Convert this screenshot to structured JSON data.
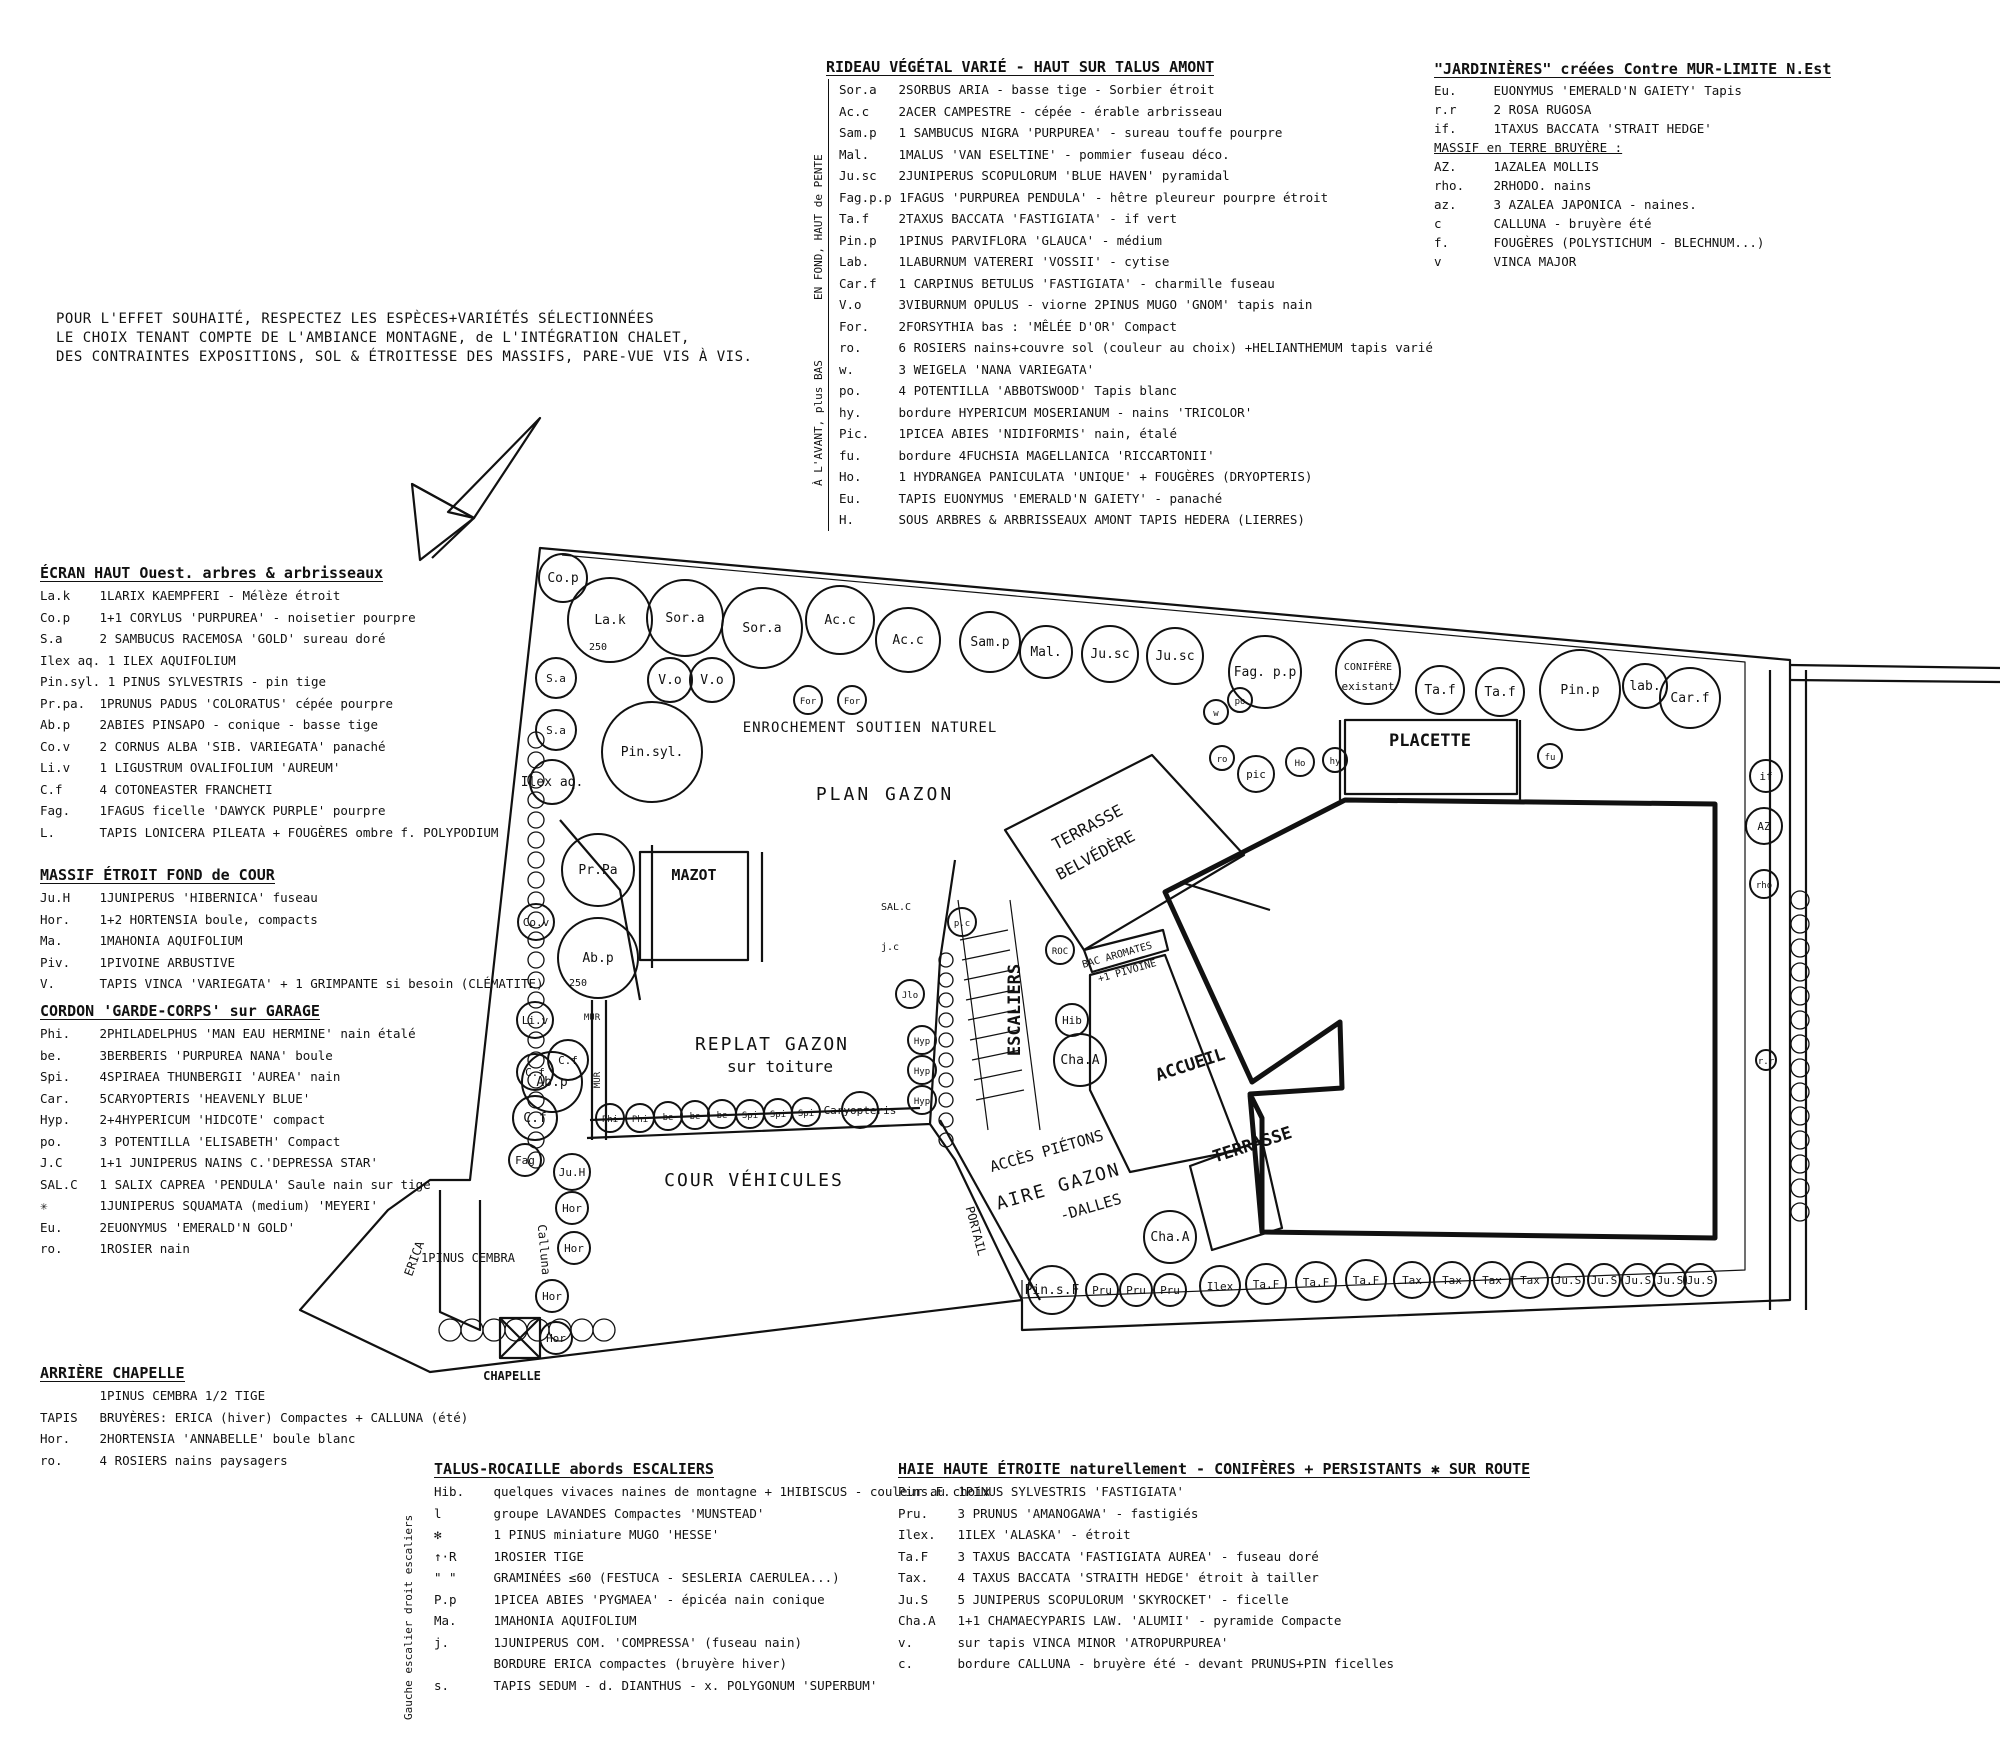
{
  "intro_note": [
    "POUR L'EFFET SOUHAITÉ, RESPECTEZ LES ESPÈCES+VARIÉTÉS SÉLECTIONNÉES",
    "LE CHOIX TENANT COMPTE DE L'AMBIANCE MONTAGNE, de L'INTÉGRATION CHALET,",
    "DES CONTRAINTES EXPOSITIONS, SOL & ÉTROITESSE DES MASSIFS, PARE-VUE VIS À VIS."
  ],
  "rideau": {
    "title": "RIDEAU VÉGÉTAL VARIÉ - HAUT SUR TALUS AMONT",
    "side_label_top": "EN FOND, HAUT de PENTE",
    "side_label_bottom": "À L'AVANT, plus BAS",
    "lines": [
      {
        "code": "Sor.a",
        "text": "2SORBUS ARIA - basse tige - Sorbier étroit"
      },
      {
        "code": "Ac.c",
        "text": "2ACER CAMPESTRE - cépée - érable arbrisseau"
      },
      {
        "code": "Sam.p",
        "text": "1 SAMBUCUS NIGRA 'PURPUREA' - sureau touffe pourpre"
      },
      {
        "code": "Mal.",
        "text": "1MALUS 'VAN ESELTINE' - pommier fuseau déco."
      },
      {
        "code": "Ju.sc",
        "text": "2JUNIPERUS SCOPULORUM 'BLUE HAVEN' pyramidal"
      },
      {
        "code": "Fag.p.p",
        "text": "1FAGUS 'PURPUREA PENDULA' - hêtre pleureur pourpre étroit"
      },
      {
        "code": "Ta.f",
        "text": "2TAXUS BACCATA 'FASTIGIATA' - if vert"
      },
      {
        "code": "Pin.p",
        "text": "1PINUS PARVIFLORA 'GLAUCA' - médium"
      },
      {
        "code": "Lab.",
        "text": "1LABURNUM VATERERI 'VOSSII' - cytise"
      },
      {
        "code": "Car.f",
        "text": "1 CARPINUS BETULUS 'FASTIGIATA' - charmille fuseau"
      },
      {
        "code": "V.o",
        "text": "3VIBURNUM OPULUS - viorne  2PINUS MUGO 'GNOM' tapis nain"
      },
      {
        "code": "For.",
        "text": "2FORSYTHIA bas : 'MÊLÉE D'OR' Compact"
      },
      {
        "code": "ro.",
        "text": "6 ROSIERS nains+couvre sol (couleur au choix) +HELIANTHEMUM tapis varié"
      },
      {
        "code": "w.",
        "text": "3 WEIGELA 'NANA VARIEGATA'"
      },
      {
        "code": "po.",
        "text": "4 POTENTILLA 'ABBOTSWOOD' Tapis blanc"
      },
      {
        "code": "hy.",
        "text": "bordure HYPERICUM MOSERIANUM - nains 'TRICOLOR'"
      },
      {
        "code": "Pic.",
        "text": "1PICEA ABIES 'NIDIFORMIS' nain, étalé"
      },
      {
        "code": "fu.",
        "text": "bordure 4FUCHSIA MAGELLANICA 'RICCARTONII'"
      },
      {
        "code": "Ho.",
        "text": "1 HYDRANGEA PANICULATA 'UNIQUE' + FOUGÈRES (DRYOPTERIS)"
      },
      {
        "code": "Eu.",
        "text": "TAPIS EUONYMUS 'EMERALD'N GAIETY' - panaché"
      },
      {
        "code": "H.",
        "text": "SOUS ARBRES & ARBRISSEAUX AMONT TAPIS HEDERA   (LIERRES)"
      }
    ]
  },
  "jardinieres": {
    "title": "\"JARDINIÈRES\" créées Contre MUR-LIMITE N.Est",
    "lines": [
      {
        "code": "Eu.",
        "text": "EUONYMUS 'EMERALD'N GAIETY' Tapis"
      },
      {
        "code": "r.r",
        "text": "2 ROSA RUGOSA"
      },
      {
        "code": "if.",
        "text": "1TAXUS BACCATA 'STRAIT HEDGE'"
      }
    ],
    "subtitle": "MASSIF en TERRE BRUYÈRE :",
    "lines2": [
      {
        "code": "AZ.",
        "text": "1AZALEA MOLLIS"
      },
      {
        "code": "rho.",
        "text": "2RHODO. nains"
      },
      {
        "code": "az.",
        "text": "3 AZALEA JAPONICA - naines."
      },
      {
        "code": "c",
        "text": "CALLUNA - bruyère été"
      },
      {
        "code": "f.",
        "text": "FOUGÈRES (POLYSTICHUM - BLECHNUM...)"
      },
      {
        "code": "v",
        "text": "VINCA MAJOR"
      }
    ]
  },
  "ecran": {
    "title": "ÉCRAN HAUT Ouest. arbres & arbrisseaux",
    "lines": [
      {
        "code": "La.k",
        "text": "1LARIX KAEMPFERI - Mélèze étroit"
      },
      {
        "code": "Co.p",
        "text": "1+1 CORYLUS 'PURPUREA' - noisetier pourpre"
      },
      {
        "code": "S.a",
        "text": "2 SAMBUCUS RACEMOSA 'GOLD' sureau doré"
      },
      {
        "code": "Ilex aq.",
        "text": "1 ILEX AQUIFOLIUM"
      },
      {
        "code": "Pin.syl.",
        "text": "1 PINUS SYLVESTRIS - pin tige"
      },
      {
        "code": "Pr.pa.",
        "text": "1PRUNUS PADUS 'COLORATUS' cépée pourpre"
      },
      {
        "code": "Ab.p",
        "text": "2ABIES PINSAPO - conique - basse tige"
      },
      {
        "code": "Co.v",
        "text": "2 CORNUS ALBA 'SIB. VARIEGATA' panaché"
      },
      {
        "code": "Li.v",
        "text": "1 LIGUSTRUM OVALIFOLIUM 'AUREUM'"
      },
      {
        "code": "C.f",
        "text": "4 COTONEASTER FRANCHETI"
      },
      {
        "code": "Fag.",
        "text": "1FAGUS ficelle 'DAWYCK PURPLE' pourpre"
      },
      {
        "code": "L.",
        "text": "TAPIS LONICERA PILEATA + FOUGÈRES ombre f. POLYPODIUM"
      }
    ]
  },
  "massif": {
    "title": "MASSIF ÉTROIT FOND de COUR",
    "lines": [
      {
        "code": "Ju.H",
        "text": "1JUNIPERUS 'HIBERNICA' fuseau"
      },
      {
        "code": "Hor.",
        "text": "1+2 HORTENSIA boule, compacts"
      },
      {
        "code": "Ma.",
        "text": "1MAHONIA AQUIFOLIUM"
      },
      {
        "code": "Piv.",
        "text": "1PIVOINE ARBUSTIVE"
      },
      {
        "code": "V.",
        "text": "TAPIS VINCA 'VARIEGATA' + 1 GRIMPANTE si besoin (CLÉMATITE)"
      }
    ]
  },
  "cordon": {
    "title": "CORDON 'GARDE-CORPS' sur GARAGE",
    "lines": [
      {
        "code": "Phi.",
        "text": "2PHILADELPHUS 'MAN EAU HERMINE' nain étalé"
      },
      {
        "code": "be.",
        "text": "3BERBERIS 'PURPUREA NANA' boule"
      },
      {
        "code": "Spi.",
        "text": "4SPIRAEA THUNBERGII 'AUREA' nain"
      },
      {
        "code": "Car.",
        "text": "5CARYOPTERIS 'HEAVENLY BLUE'"
      },
      {
        "code": "Hyp.",
        "text": "2+4HYPERICUM 'HIDCOTE' compact"
      },
      {
        "code": "po.",
        "text": "3 POTENTILLA 'ELISABETH' Compact"
      },
      {
        "code": "J.C",
        "text": "1+1 JUNIPERUS NAINS C.'DEPRESSA STAR'"
      },
      {
        "code": "SAL.C",
        "text": "1 SALIX CAPREA 'PENDULA'  Saule nain sur tige"
      },
      {
        "code": "✳",
        "text": "1JUNIPERUS SQUAMATA (medium) 'MEYERI'"
      },
      {
        "code": "Eu.",
        "text": "2EUONYMUS 'EMERALD'N GOLD'"
      },
      {
        "code": "ro.",
        "text": "1ROSIER nain"
      }
    ]
  },
  "arriere": {
    "title": "ARRIÈRE CHAPELLE",
    "lines": [
      {
        "code": "",
        "text": "1PINUS CEMBRA 1/2 TIGE"
      },
      {
        "code": "TAPIS",
        "text": "BRUYÈRES: ERICA (hiver) Compactes + CALLUNA (été)"
      },
      {
        "code": "Hor.",
        "text": "2HORTENSIA 'ANNABELLE' boule blanc"
      },
      {
        "code": "ro.",
        "text": "4 ROSIERS nains paysagers"
      }
    ]
  },
  "talus": {
    "title": "TALUS-ROCAILLE abords ESCALIERS",
    "side_label": "Gauche escalier droit escaliers",
    "lines": [
      {
        "code": "Hib.",
        "text": "quelques vivaces naines de montagne + 1HIBISCUS - couleur au choix"
      },
      {
        "code": "l",
        "text": "groupe LAVANDES Compactes 'MUNSTEAD'"
      },
      {
        "code": "✻",
        "text": "1 PINUS miniature MUGO 'HESSE'"
      },
      {
        "code": "↑·R",
        "text": "1ROSIER TIGE"
      },
      {
        "code": "\" \"",
        "text": "GRAMINÉES ≤60 (FESTUCA - SESLERIA CAERULEA...)"
      },
      {
        "code": "P.p",
        "text": "1PICEA ABIES 'PYGMAEA' - épicéa nain conique"
      },
      {
        "code": "Ma.",
        "text": "1MAHONIA AQUIFOLIUM"
      },
      {
        "code": "j.",
        "text": "1JUNIPERUS COM. 'COMPRESSA' (fuseau nain)"
      },
      {
        "code": "",
        "text": "BORDURE ERICA compactes (bruyère hiver)"
      },
      {
        "code": "s.",
        "text": "TAPIS SEDUM - d. DIANTHUS - x. POLYGONUM 'SUPERBUM'"
      }
    ]
  },
  "haie": {
    "title": "HAIE HAUTE ÉTROITE naturellement - CONIFÈRES + PERSISTANTS ✱ SUR ROUTE",
    "lines": [
      {
        "code": "Pins.F.",
        "text": "1PINUS SYLVESTRIS 'FASTIGIATA'"
      },
      {
        "code": "Pru.",
        "text": "3 PRUNUS 'AMANOGAWA' - fastigiés"
      },
      {
        "code": "Ilex.",
        "text": "1ILEX 'ALASKA' - étroit"
      },
      {
        "code": "Ta.F",
        "text": "3 TAXUS BACCATA 'FASTIGIATA AUREA' - fuseau doré"
      },
      {
        "code": "Tax.",
        "text": "4 TAXUS BACCATA 'STRAITH HEDGE' étroit à tailler"
      },
      {
        "code": "Ju.S",
        "text": "5 JUNIPERUS SCOPULORUM 'SKYROCKET' - ficelle"
      },
      {
        "code": "Cha.A",
        "text": "1+1 CHAMAECYPARIS LAW. 'ALUMII' - pyramide Compacte"
      },
      {
        "code": "v.",
        "text": "sur tapis VINCA MINOR 'ATROPURPUREA'"
      },
      {
        "code": "c.",
        "text": "bordure CALLUNA - bruyère été - devant PRUNUS+PIN ficelles"
      }
    ]
  },
  "plan": {
    "zones": {
      "plan_gazon": "PLAN GAZON",
      "mazot": "MAZOT",
      "replat": "REPLAT GAZON",
      "replat_sub": "sur toiture",
      "cour": "COUR VÉHICULES",
      "terrasse_belvedere": "TERRASSE",
      "terrasse_belvedere2": "BELVÉDÈRE",
      "placette": "PLACETTE",
      "accueil": "ACCUEIL",
      "terrasse": "TERRASSE",
      "acces": "ACCÈS PIÉTONS",
      "aire": "AIRE GAZON",
      "aire_sub": "-DALLES",
      "escaliers": "ESCALIERS",
      "enrochement": "ENROCHEMENT SOUTIEN NATUREL",
      "portail": "PORTAIL",
      "chapelle": "CHAPELLE",
      "erica": "ERICA",
      "calluna": "Calluna",
      "pinus_cembra": "1PINUS CEMBRA",
      "bac": "BAC AROMATES",
      "bac2": "+1 PIVOINE",
      "mur": "MUR",
      "mur2": "MUR",
      "sal_c": "SAL.C",
      "j_c": "j.c",
      "scale1": "250",
      "scale2": "250"
    },
    "plants": {
      "cop": "Co.p",
      "lak": "La.k",
      "sora1": "Sor.a",
      "sora2": "Sor.a",
      "acc1": "Ac.c",
      "acc2": "Ac.c",
      "samp": "Sam.p",
      "mal": "Mal.",
      "jusc1": "Ju.sc",
      "jusc2": "Ju.sc",
      "fagpp": "Fag. p.p",
      "conifere": "CONIFÈRE",
      "existant": "existant",
      "taf1": "Ta.f",
      "taf2": "Ta.f",
      "pinp": "Pin.p",
      "lab": "lab.",
      "carf": "Car.f",
      "sa1": "S.a",
      "sa2": "S.a",
      "vo1": "V.o",
      "vo2": "V.o",
      "for1": "For",
      "for2": "For",
      "pinsyl": "Pin.syl.",
      "ilex": "Ilex aq.",
      "prpa": "Pr.Pa",
      "cov": "Co.v",
      "abp1": "Ab.p",
      "abp2": "Ab.p",
      "liv": "Li.v",
      "cf1": "C.f",
      "cf2": "C.f",
      "cf3": "C.f",
      "fag": "Fag",
      "juh": "Ju.H",
      "phi1": "Phi",
      "phi2": "Phi",
      "be1": "be",
      "be2": "be",
      "be3": "be",
      "spi1": "Spi",
      "spi2": "Spi",
      "spi3": "Spi",
      "car_row": "Caryopteris",
      "hyp1": "Hyp",
      "hyp2": "Hyp",
      "hyp3": "Hyp",
      "jlo": "Jlo",
      "hib": "Hib",
      "roc": "ROC",
      "chaA1": "Cha.A",
      "chaA2": "Cha.A",
      "pinsF": "Pin.s.F",
      "pru1": "Pru",
      "pru2": "Pru",
      "pru3": "Pru",
      "ilex2": "Ilex",
      "taF1": "Ta.F",
      "taF2": "Ta.F",
      "taF3": "Ta.F",
      "tax1": "Tax",
      "tax2": "Tax",
      "tax3": "Tax",
      "tax4": "Tax",
      "juS1": "Ju.S",
      "juS2": "Ju.S",
      "juS3": "Ju.S",
      "juS4": "Ju.S",
      "juS5": "Ju.S",
      "if": "if",
      "az": "AZ",
      "rho": "rho",
      "hor1": "Hor",
      "hor2": "Hor",
      "hor3": "Hor",
      "hor4": "Hor",
      "fu": "fu",
      "pic": "pic",
      "ho": "Ho",
      "rr": "r.r",
      "ro": "ro",
      "po": "po",
      "hy": "hy",
      "w": "w",
      "pc": "p.c"
    }
  }
}
